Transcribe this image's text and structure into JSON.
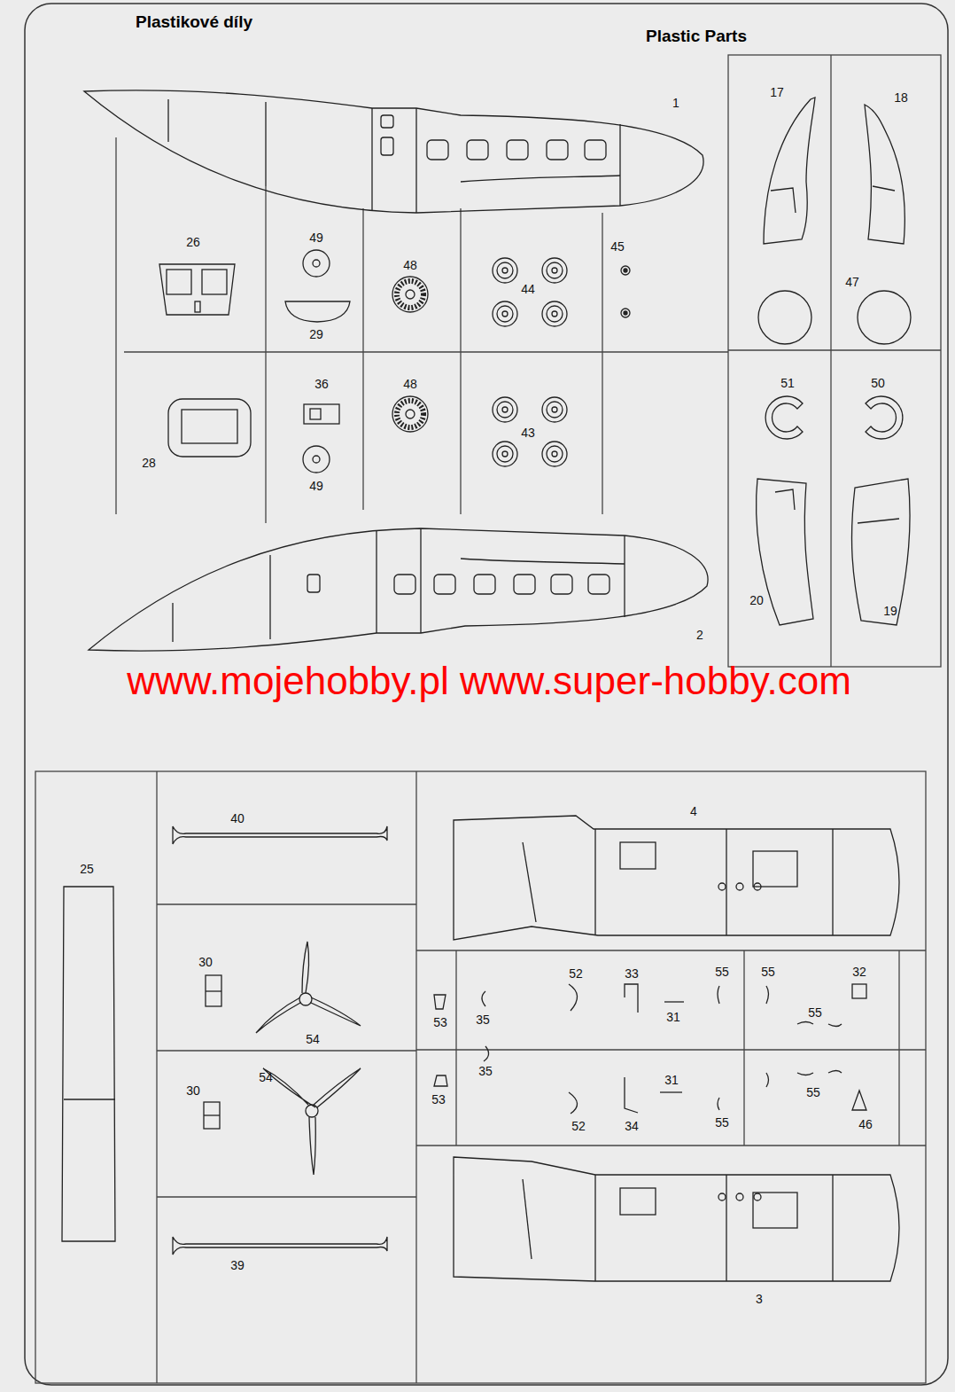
{
  "diagram": {
    "labels": [
      "Plastikové díly",
      "Plastic Parts",
      "1",
      "17",
      "18",
      "26",
      "49",
      "48",
      "45",
      "44",
      "47",
      "29",
      "51",
      "50",
      "36",
      "48",
      "28",
      "43",
      "49",
      "20",
      "19",
      "2",
      "www.mojehobby.pl www.super-hobby.com",
      "40",
      "25",
      "4",
      "30",
      "54",
      "52",
      "33",
      "55",
      "55",
      "32",
      "55",
      "53",
      "35",
      "31",
      "53",
      "35",
      "31",
      "55",
      "30",
      "54",
      "52",
      "34",
      "55",
      "46",
      "39",
      "3"
    ]
  }
}
